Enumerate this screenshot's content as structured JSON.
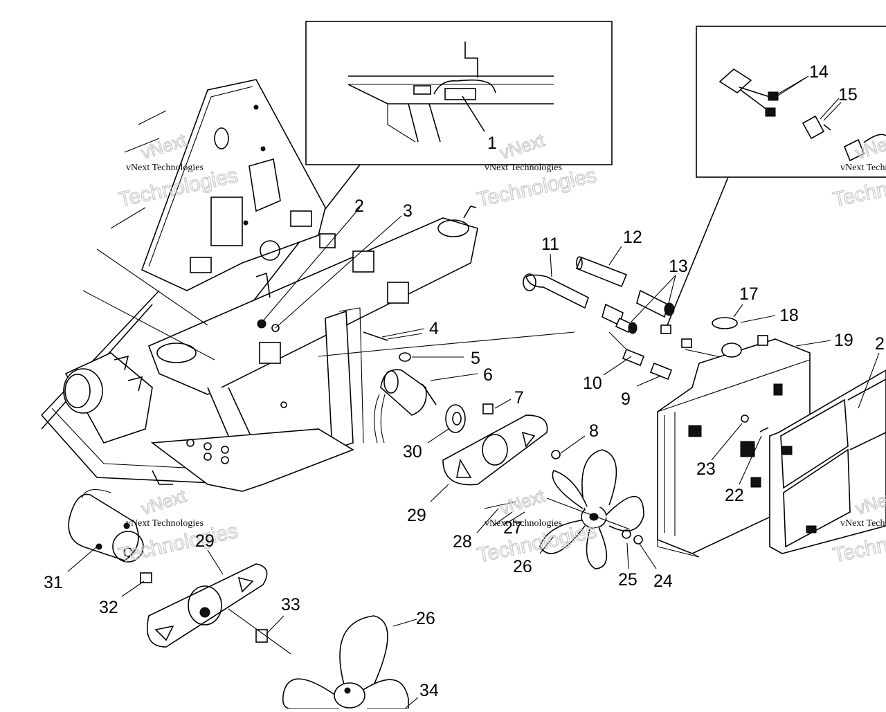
{
  "watermark": {
    "line1": "vNext",
    "line2": "vNext Technologies",
    "line3": "Technologies"
  },
  "part_labels": [
    "1",
    "2",
    "3",
    "4",
    "5",
    "6",
    "7",
    "8",
    "9",
    "10",
    "11",
    "12",
    "13",
    "14",
    "15",
    "17",
    "18",
    "19",
    "2",
    "22",
    "23",
    "24",
    "25",
    "26",
    "27",
    "28",
    "29",
    "29",
    "30",
    "31",
    "32",
    "33",
    "26",
    "34"
  ]
}
